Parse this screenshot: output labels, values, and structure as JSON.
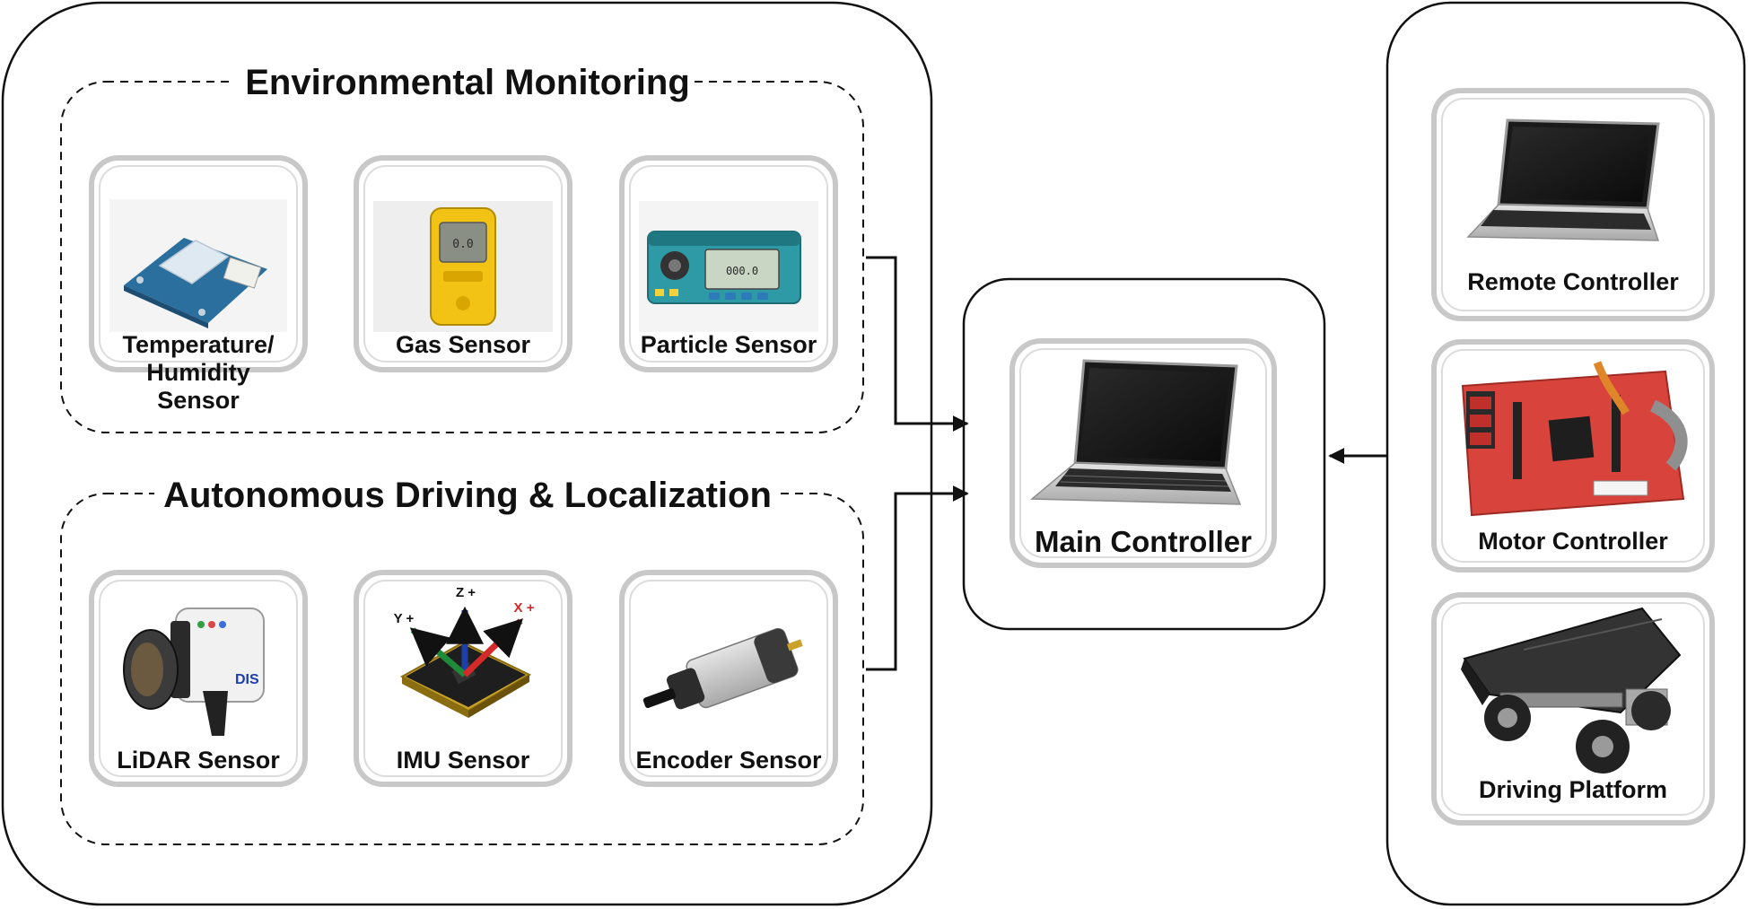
{
  "diagram": {
    "environmental": {
      "title": "Environmental Monitoring",
      "sensors": [
        {
          "label_lines": [
            "Temperature/",
            "Humidity",
            "Sensor"
          ],
          "icon": "temperature-humidity-sensor-board"
        },
        {
          "label_lines": [
            "Gas Sensor"
          ],
          "icon": "gas-detector"
        },
        {
          "label_lines": [
            "Particle Sensor"
          ],
          "icon": "particle-counter"
        }
      ]
    },
    "autonomous": {
      "title": "Autonomous Driving & Localization",
      "sensors": [
        {
          "label_lines": [
            "LiDAR Sensor"
          ],
          "icon": "lidar-unit"
        },
        {
          "label_lines": [
            "IMU Sensor"
          ],
          "icon": "imu-chip"
        },
        {
          "label_lines": [
            "Encoder Sensor"
          ],
          "icon": "dc-motor-encoder"
        }
      ],
      "axis_labels": {
        "x": "X +",
        "y": "Y +",
        "z": "Z +"
      }
    },
    "main_controller": {
      "label": "Main Controller",
      "icon": "laptop"
    },
    "platform": {
      "items": [
        {
          "label": "Remote Controller",
          "icon": "laptop"
        },
        {
          "label": "Motor Controller",
          "icon": "microcontroller-board"
        },
        {
          "label": "Driving Platform",
          "icon": "robot-vehicle"
        }
      ]
    },
    "colors": {
      "stroke": "#111111",
      "card_border": "#c8c8c8",
      "axis_x": "#d42a2a",
      "axis_y": "#1f8a3a",
      "axis_z": "#1e3fa8",
      "board_red": "#d8443c",
      "gas_yellow": "#f2c315",
      "sensor_teal": "#2e9aa6"
    }
  }
}
